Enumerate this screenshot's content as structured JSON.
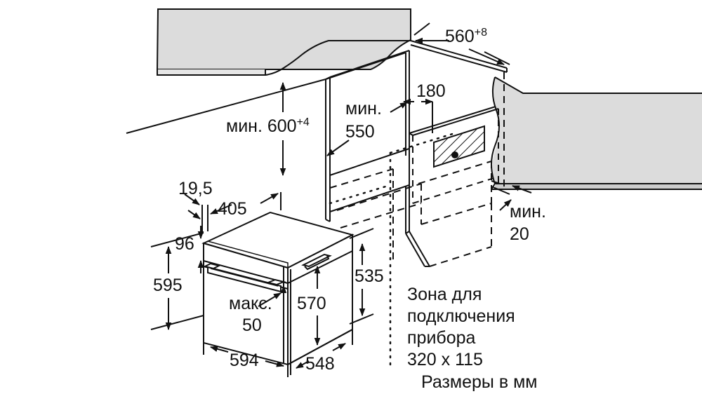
{
  "title": "Oven installation dimension drawing",
  "units_caption": "Размеры в мм",
  "dimensions": {
    "niche_depth": {
      "value": "560",
      "tolerance": "+8"
    },
    "niche_height": {
      "prefix": "мин. ",
      "value": "600",
      "tolerance": "+4"
    },
    "niche_width": {
      "prefix": "мин.",
      "value": "550"
    },
    "socket_offset": {
      "value": "180"
    },
    "rear_gap": {
      "prefix": "мин.",
      "value": "20"
    },
    "panel_thickness": {
      "value": "19,5"
    },
    "panel_depth": {
      "value": "405"
    },
    "top_offset": {
      "value": "96"
    },
    "front_height": {
      "value": "595"
    },
    "body_height": {
      "value": "570"
    },
    "body_depth_top": {
      "value": "535"
    },
    "front_width": {
      "value": "594"
    },
    "body_depth": {
      "value": "548"
    },
    "door_gap": {
      "prefix": "макс.",
      "value": "50"
    }
  },
  "connection_zone": {
    "line1": "Зона для",
    "line2": "подключения",
    "line3": "прибора",
    "line4": "320 x 115"
  },
  "colors": {
    "line": "#111111",
    "panel_fill": "#dcdcdc",
    "background": "#ffffff"
  }
}
